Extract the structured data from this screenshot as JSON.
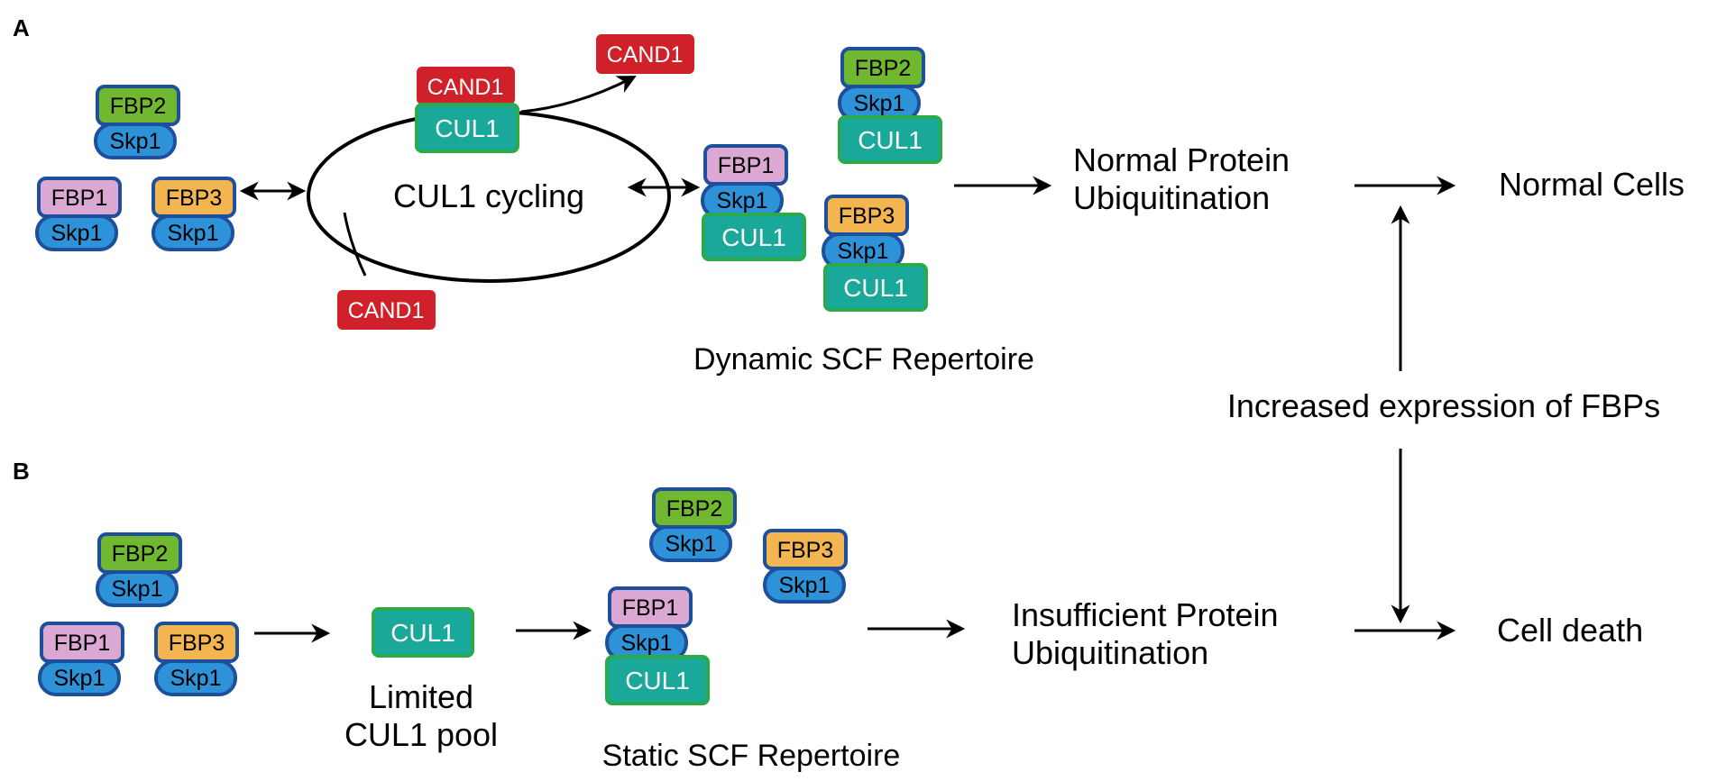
{
  "panels": {
    "a": "A",
    "b": "B"
  },
  "labels": {
    "fbp1": "FBP1",
    "fbp2": "FBP2",
    "fbp3": "FBP3",
    "skp1": "Skp1",
    "cul1": "CUL1",
    "cand1": "CAND1"
  },
  "text": {
    "cul1_cycling": "CUL1 cycling",
    "dynamic_repertoire": "Dynamic SCF Repertoire",
    "normal_ub_line1": "Normal Protein",
    "normal_ub_line2": "Ubiquitination",
    "normal_cells": "Normal Cells",
    "increased_expression": "Increased expression of FBPs",
    "limited_pool_line1": "Limited",
    "limited_pool_line2": "CUL1 pool",
    "static_repertoire": "Static SCF Repertoire",
    "insufficient_ub_line1": "Insufficient Protein",
    "insufficient_ub_line2": "Ubiquitination",
    "cell_death": "Cell death"
  },
  "colors": {
    "fbp1": "#dba7d3",
    "fbp2": "#6fb82f",
    "fbp3": "#f2b54f",
    "skp1": "#2e92d8",
    "cul1": "#19a89a",
    "cand1": "#d0202a",
    "outline_blue": "#1d4f9c",
    "outline_green": "#2aaa4a"
  }
}
